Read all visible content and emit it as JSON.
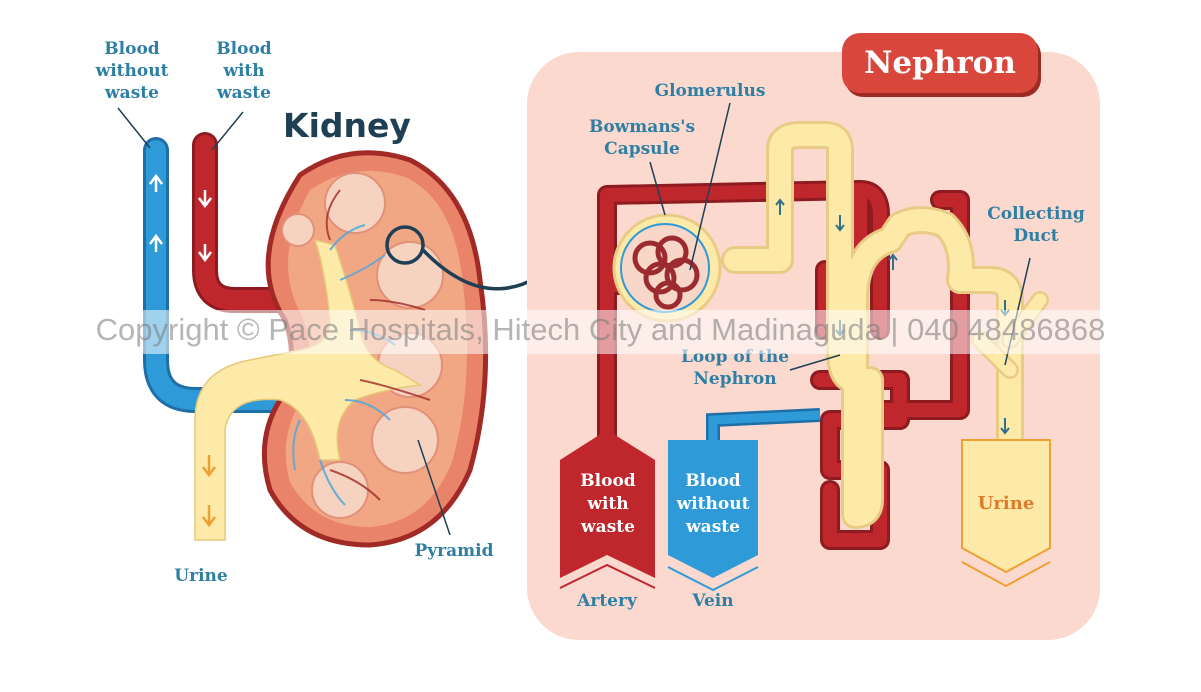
{
  "kidney": {
    "title": "Kidney",
    "labels": {
      "blood_without_waste": "Blood without waste",
      "blood_with_waste": "Blood with waste",
      "urine": "Urine",
      "pyramid": "Pyramid"
    }
  },
  "nephron": {
    "title": "Nephron",
    "labels": {
      "glomerulus": "Glomerulus",
      "bowmans_capsule": "Bowmans's Capsule",
      "collecting_duct": "Collecting Duct",
      "loop_of_nephron": "Loop of the Nephron",
      "artery_box": "Blood with waste",
      "vein_box": "Blood without waste",
      "urine_box": "Urine",
      "artery": "Artery",
      "vein": "Vein"
    }
  },
  "watermark": "Copyright © Pace Hospitals, Hitech City and Madinaguda | 040 48486868",
  "colors": {
    "artery_red": "#c0272d",
    "artery_dark": "#8e1b20",
    "vein_blue": "#2e9ad8",
    "urine_yellow": "#fde9a8",
    "kidney_orange": "#f2a784",
    "panel_pink": "#fbd9cf",
    "label_blue": "#2f7fa4",
    "title_red": "#d9473c"
  }
}
